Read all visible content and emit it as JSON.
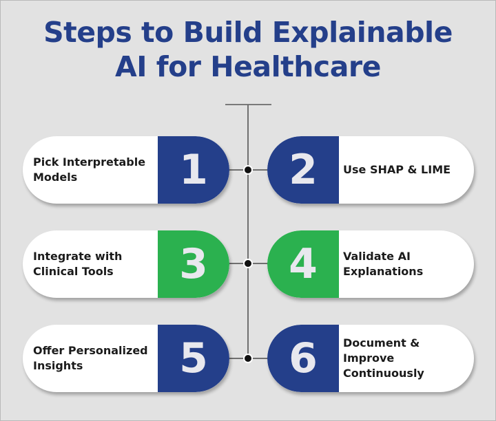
{
  "title": {
    "line1": "Steps to Build Explainable",
    "line2": "AI for Healthcare",
    "color": "#243f8a"
  },
  "colors": {
    "background": "#e2e2e2",
    "blue": "#243f8a",
    "green": "#2bb14f",
    "digit": "#e8e8ee",
    "text": "#1b1b1b"
  },
  "steps": [
    {
      "number": "1",
      "label": "Pick Interpretable Models",
      "color": "#243f8a",
      "side": "left"
    },
    {
      "number": "2",
      "label": "Use SHAP & LIME",
      "color": "#243f8a",
      "side": "right"
    },
    {
      "number": "3",
      "label": "Integrate with Clinical Tools",
      "color": "#2bb14f",
      "side": "left"
    },
    {
      "number": "4",
      "label": "Validate AI Explanations",
      "color": "#2bb14f",
      "side": "right"
    },
    {
      "number": "5",
      "label": "Offer Personalized Insights",
      "color": "#243f8a",
      "side": "left"
    },
    {
      "number": "6",
      "label": "Document & Improve Continuously",
      "color": "#243f8a",
      "side": "right"
    }
  ]
}
